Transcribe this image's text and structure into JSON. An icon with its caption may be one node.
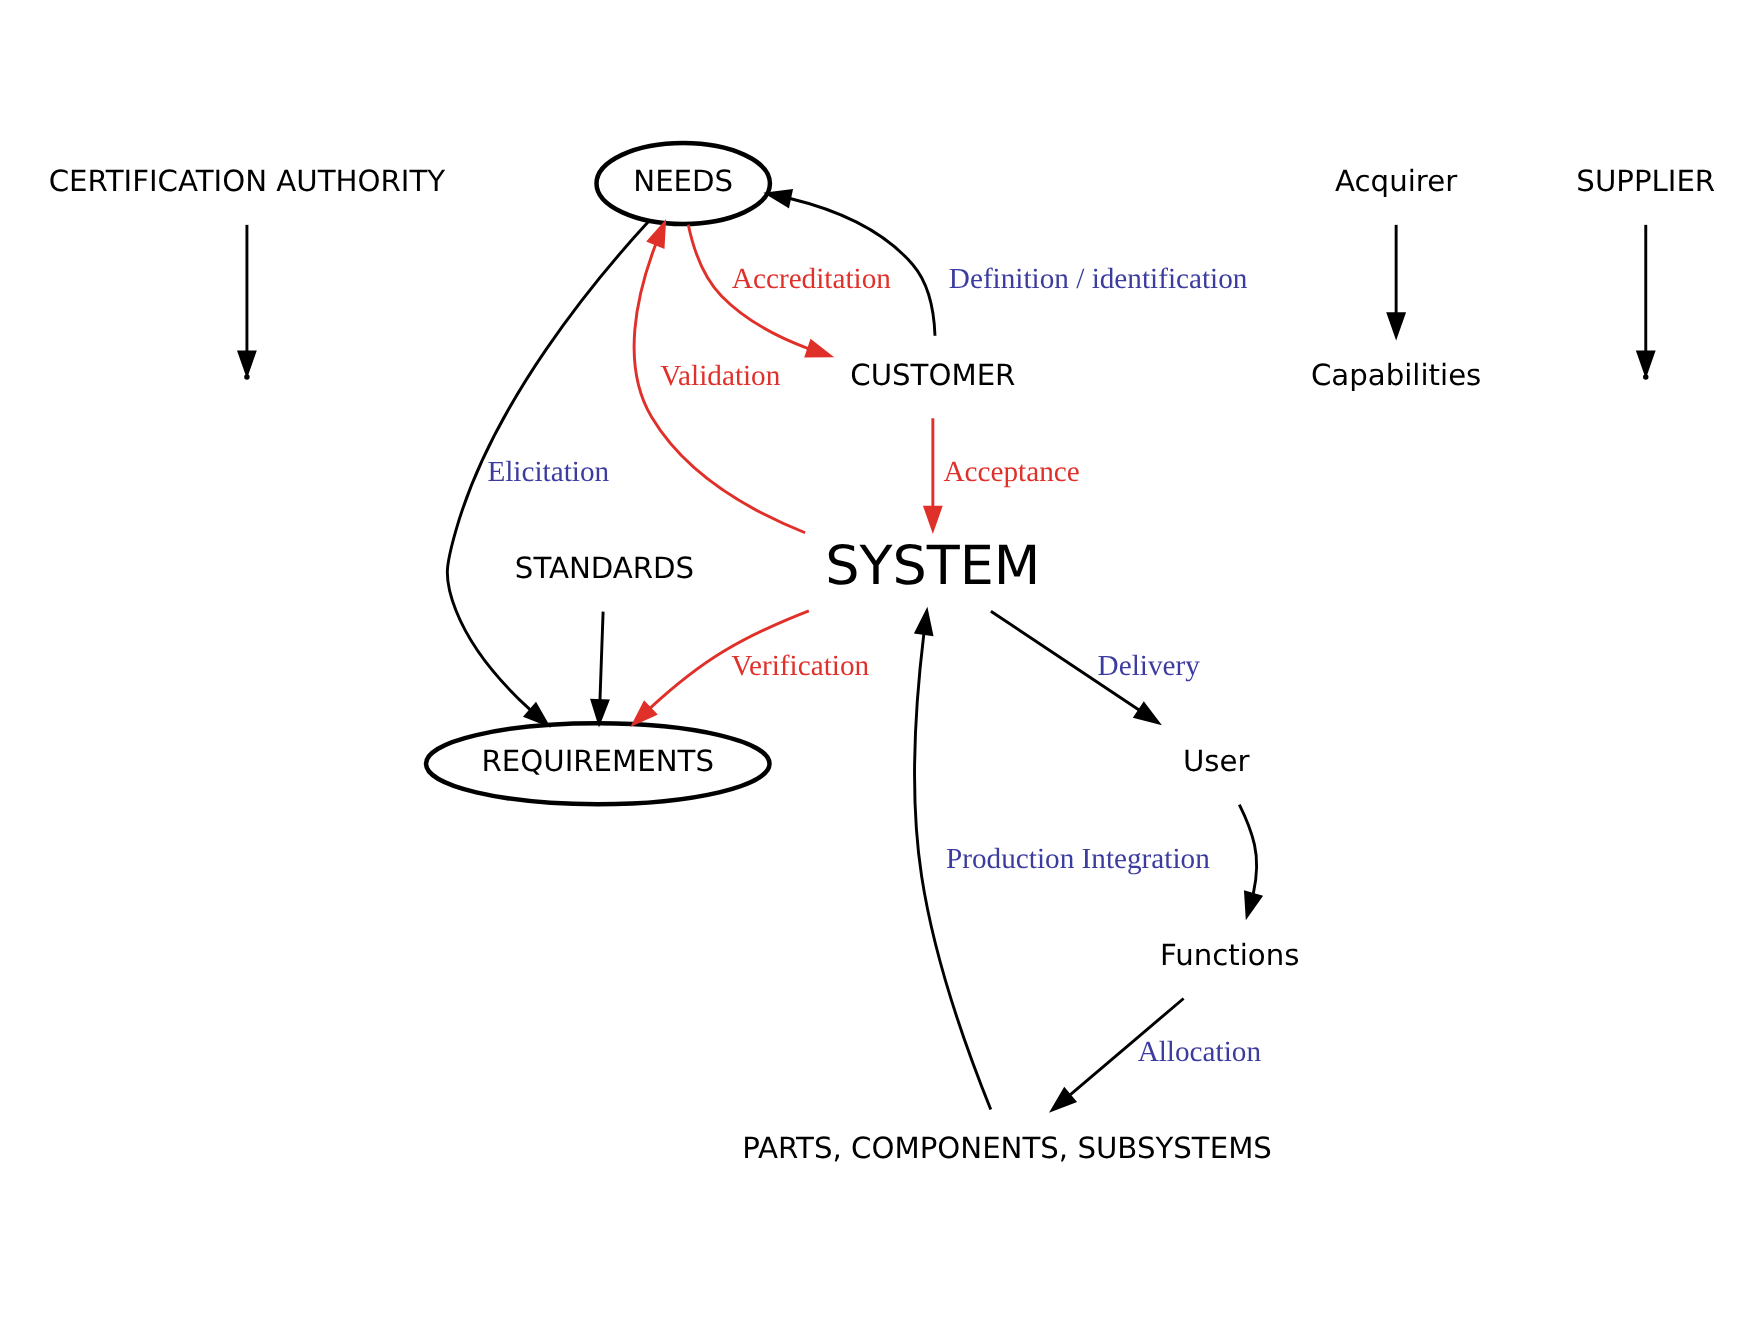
{
  "diagram": {
    "nodes": [
      {
        "text": [
          "CERTIFICATION AUTHORITY"
        ]
      },
      {
        "text": [
          "NEEDS"
        ]
      },
      {
        "text": [
          "CUSTOMER"
        ]
      },
      {
        "text": [
          "Acquirer"
        ]
      },
      {
        "text": [
          "User"
        ]
      },
      {
        "text": [
          "STANDARDS"
        ]
      },
      {
        "text": [
          "REQUIREMENTS"
        ]
      },
      {
        "text": [
          "Capabilities"
        ]
      },
      {
        "text": [
          "Functions"
        ]
      },
      {
        "text": [
          "SUPPLIER"
        ]
      },
      {
        "text": [
          "PARTS, COMPONENTS, SUBSYSTEMS"
        ]
      },
      {
        "text": [
          "SYSTEM"
        ]
      }
    ],
    "edges": [
      {
        "from": 0,
        "to": null,
        "arrow": "to"
      },
      {
        "from": 1,
        "to": 2,
        "arrow": "to",
        "label": "Accreditation",
        "color": "#e0302a"
      },
      {
        "from": 2,
        "to": 1,
        "arrow": "to",
        "label": "Definition / identification"
      },
      {
        "from": 1,
        "to": 6,
        "arrow": "to",
        "label": "Elicitation"
      },
      {
        "from": 5,
        "to": 6,
        "arrow": "to"
      },
      {
        "from": 3,
        "to": 7,
        "arrow": "to"
      },
      {
        "from": 4,
        "to": 8,
        "arrow": "to"
      },
      {
        "from": 8,
        "to": 10,
        "arrow": "to",
        "label": "Allocation"
      },
      {
        "from": 9,
        "to": null,
        "arrow": "to"
      },
      {
        "from": 10,
        "to": 11,
        "arrow": "to",
        "label": "Production Integration"
      },
      {
        "from": 11,
        "to": 4,
        "arrow": "to",
        "label": "Delivery"
      },
      {
        "from": 2,
        "to": 11,
        "arrow": "to",
        "label": "Acceptance",
        "color": "#e0302a"
      },
      {
        "from": 11,
        "to": 6,
        "arrow": "to",
        "label": "Verification",
        "color": "#e0302a"
      },
      {
        "from": 11,
        "to": 1,
        "arrow": "to",
        "label": "Validation",
        "color": "#e0302a"
      }
    ]
  }
}
